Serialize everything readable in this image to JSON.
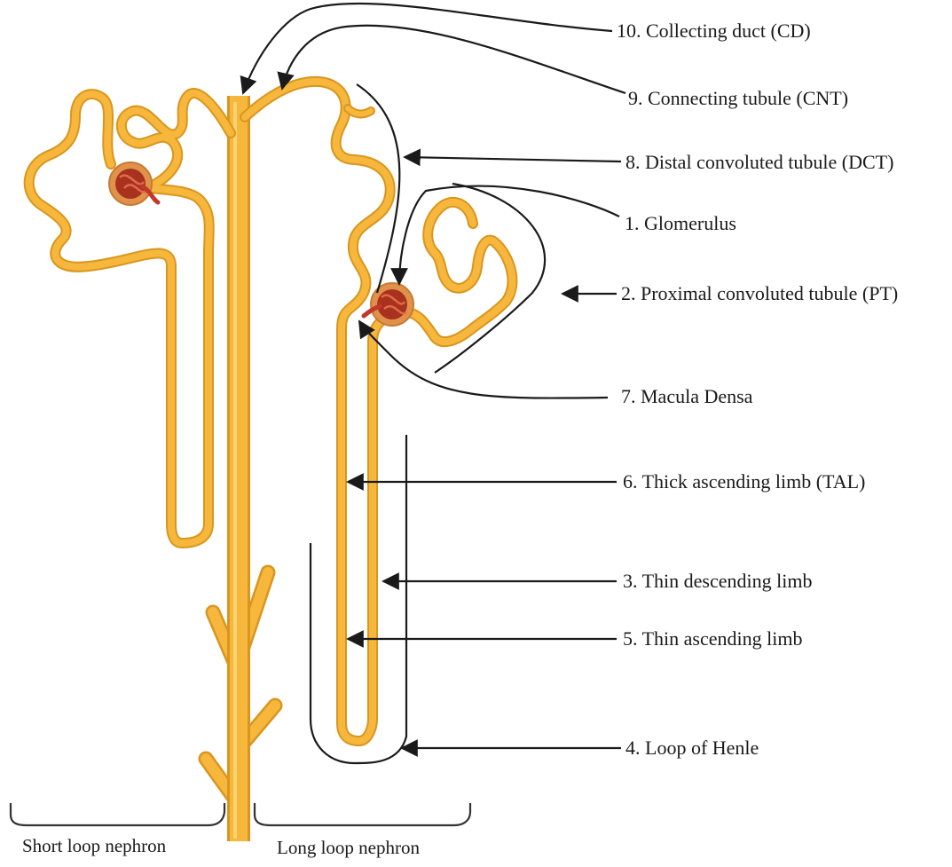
{
  "labels": {
    "collecting_duct": "10. Collecting duct (CD)",
    "connecting_tubule": "9. Connecting tubule (CNT)",
    "distal_convoluted_tubule": "8. Distal convoluted tubule (DCT)",
    "glomerulus": "1. Glomerulus",
    "proximal_convoluted_tubule": "2. Proximal convoluted tubule (PT)",
    "macula_densa": "7. Macula Densa",
    "thick_ascending_limb": "6. Thick ascending limb (TAL)",
    "thin_descending_limb": "3. Thin descending limb",
    "thin_ascending_limb": "5. Thin ascending limb",
    "loop_of_henle": "4. Loop of Henle"
  },
  "groups": {
    "short_loop": "Short loop nephron",
    "long_loop": "Long loop nephron"
  },
  "colors": {
    "tubule": "#f6b73c",
    "tubule_outline": "#d9961f",
    "tubule_highlight": "#ffd97a",
    "glomerulus_capsule": "#e0924a",
    "glomerulus_core": "#a8321e",
    "vessel": "#c0392b",
    "arrow": "#1a1a1a",
    "bracket": "#333333"
  }
}
